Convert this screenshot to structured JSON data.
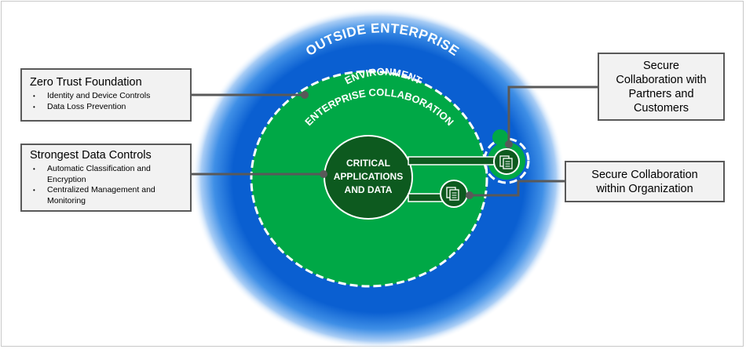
{
  "diagram": {
    "rings": {
      "outer_label": "OUTSIDE ENTERPRISE",
      "middle_label_line1": "ENTERPRISE COLLABORATION",
      "middle_label_line2": "ENVIRONMENT",
      "core_line1": "CRITICAL",
      "core_line2": "APPLICATIONS",
      "core_line3": "AND DATA"
    },
    "callouts": {
      "zero_trust": {
        "title": "Zero Trust Foundation",
        "bullets": [
          "Identity and Device Controls",
          "Data Loss Prevention"
        ]
      },
      "strongest": {
        "title": "Strongest Data Controls",
        "bullets": [
          "Automatic Classification and Encryption",
          "Centralized Management and Monitoring"
        ]
      },
      "partners": {
        "title": "Secure Collaboration with Partners and Customers"
      },
      "organization": {
        "title": "Secure Collaboration within Organization"
      }
    },
    "icons": [
      "document-stack-icon",
      "document-stack-icon"
    ],
    "colors": {
      "outer_blue": "#0a5fd1",
      "middle_green": "#00a846",
      "core_green": "#0d5a1f",
      "connector_gray": "#595959"
    }
  }
}
